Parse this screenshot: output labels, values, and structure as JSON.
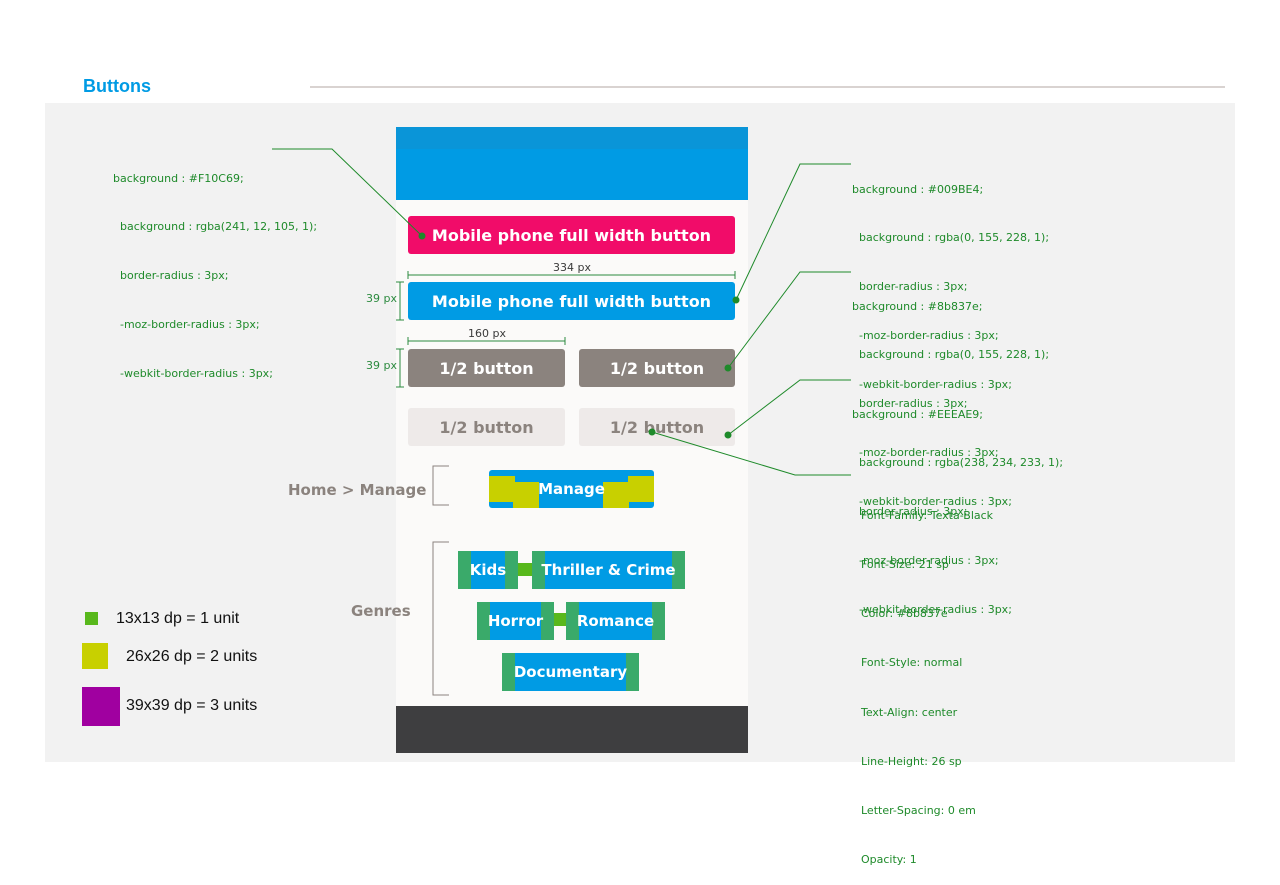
{
  "section": {
    "title": "Buttons"
  },
  "colors": {
    "pink": "#F10C69",
    "blue": "#009BE4",
    "grey": "#8b837e",
    "light": "#EEEAE9",
    "annotation_green": "#1e8a2a",
    "unit1": "#58b81c",
    "unit2": "#c8d000",
    "unit3": "#a000a0"
  },
  "buttons": {
    "full_width_primary": "Mobile phone full width button",
    "full_width_secondary": "Mobile phone full width button",
    "half_dark_1": "1/2 button",
    "half_dark_2": "1/2 button",
    "half_light_1": "1/2 button",
    "half_light_2": "1/2 button"
  },
  "dimensions": {
    "full_width": "334 px",
    "half_width": "160 px",
    "height_1": "39 px",
    "height_2": "39 px"
  },
  "notes": {
    "pink": [
      "background : #F10C69;",
      "  background : rgba(241, 12, 105, 1);",
      "  border-radius : 3px;",
      "  -moz-border-radius : 3px;",
      "  -webkit-border-radius : 3px;"
    ],
    "blue": [
      "background : #009BE4;",
      "  background : rgba(0, 155, 228, 1);",
      "  border-radius : 3px;",
      "  -moz-border-radius : 3px;",
      "  -webkit-border-radius : 3px;"
    ],
    "grey": [
      "background : #8b837e;",
      "  background : rgba(0, 155, 228, 1);",
      "  border-radius : 3px;",
      "  -moz-border-radius : 3px;",
      "  -webkit-border-radius : 3px;"
    ],
    "light": [
      "background : #EEEAE9;",
      "  background : rgba(238, 234, 233, 1);",
      "  border-radius : 3px;",
      "  -moz-border-radius : 3px;",
      "  -webkit-border-radius : 3px;"
    ],
    "font": [
      "Font-Family: Texta-Black",
      "Font-Size: 21 sp",
      "Color: #8b837e",
      "Font-Style: normal",
      "Text-Align: center",
      "Line-Height: 26 sp",
      "Letter-Spacing: 0 em",
      "Opacity: 1"
    ]
  },
  "breadcrumb": {
    "label": "Home > Manage",
    "button": "Manage"
  },
  "genres": {
    "label": "Genres",
    "tags": [
      "Kids",
      "Thriller & Crime",
      "Horror",
      "Romance",
      "Documentary"
    ]
  },
  "legend": [
    {
      "text": "13x13 dp = 1 unit",
      "color": "#58b81c"
    },
    {
      "text": "26x26 dp = 2 units",
      "color": "#c8d000"
    },
    {
      "text": "39x39 dp = 3 units",
      "color": "#a000a0"
    }
  ]
}
